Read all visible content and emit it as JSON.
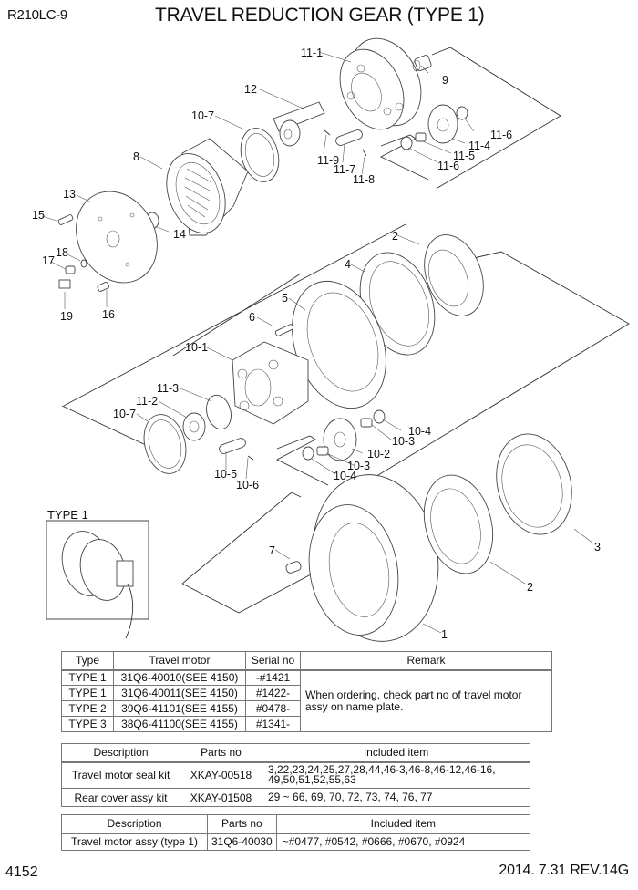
{
  "header": {
    "model": "R210LC-9",
    "title": "TRAVEL REDUCTION GEAR (TYPE 1)"
  },
  "diagram": {
    "callouts": {
      "p11_1": "11-1",
      "p9": "9",
      "p12": "12",
      "p10_7a": "10-7",
      "p8": "8",
      "p11_9": "11-9",
      "p11_7": "11-7",
      "p11_8": "11-8",
      "p11_6a": "11-6",
      "p11_4": "11-4",
      "p11_5": "11-5",
      "p11_6b": "11-6",
      "p13": "13",
      "p15": "15",
      "p14": "14",
      "p18": "18",
      "p17": "17",
      "p19": "19",
      "p16": "16",
      "p2a": "2",
      "p4": "4",
      "p5": "5",
      "p6": "6",
      "p10_1": "10-1",
      "p11_3": "11-3",
      "p11_2": "11-2",
      "p10_7b": "10-7",
      "p10_4a": "10-4",
      "p10_3a": "10-3",
      "p10_2": "10-2",
      "p10_3b": "10-3",
      "p10_4b": "10-4",
      "p10_5": "10-5",
      "p10_6": "10-6",
      "p7": "7",
      "p3": "3",
      "p2b": "2",
      "p1": "1"
    },
    "inset_label": "TYPE 1"
  },
  "motor_table": {
    "headers": [
      "Type",
      "Travel motor",
      "Serial no",
      "Remark"
    ],
    "rows": [
      {
        "type": "TYPE 1",
        "motor": "31Q6-40010(SEE 4150)",
        "serial": "-#1421"
      },
      {
        "type": "TYPE 1",
        "motor": "31Q6-40011(SEE 4150)",
        "serial": "#1422-"
      },
      {
        "type": "TYPE 2",
        "motor": "39Q6-41101(SEE 4155)",
        "serial": "#0478-"
      },
      {
        "type": "TYPE 3",
        "motor": "38Q6-41100(SEE 4155)",
        "serial": "#1341-"
      }
    ],
    "remark": "When ordering, check part no of travel motor assy on name plate."
  },
  "kit_table": {
    "headers": [
      "Description",
      "Parts no",
      "Included item"
    ],
    "rows": [
      {
        "desc": "Travel motor seal kit",
        "part": "XKAY-00518",
        "items": "3,22,23,24,25,27,28,44,46-3,46-8,46-12,46-16, 49,50,51,52,55,63"
      },
      {
        "desc": "Rear cover assy kit",
        "part": "XKAY-01508",
        "items": "29 ~ 66, 69, 70, 72, 73, 74, 76, 77"
      }
    ]
  },
  "assy_table": {
    "headers": [
      "Description",
      "Parts no",
      "Included item"
    ],
    "rows": [
      {
        "desc": "Travel motor assy (type 1)",
        "part": "31Q6-40030",
        "items": "~#0477, #0542, #0666, #0670, #0924"
      }
    ]
  },
  "footer": {
    "page_number": "4152",
    "revision": "2014. 7.31  REV.14G"
  }
}
